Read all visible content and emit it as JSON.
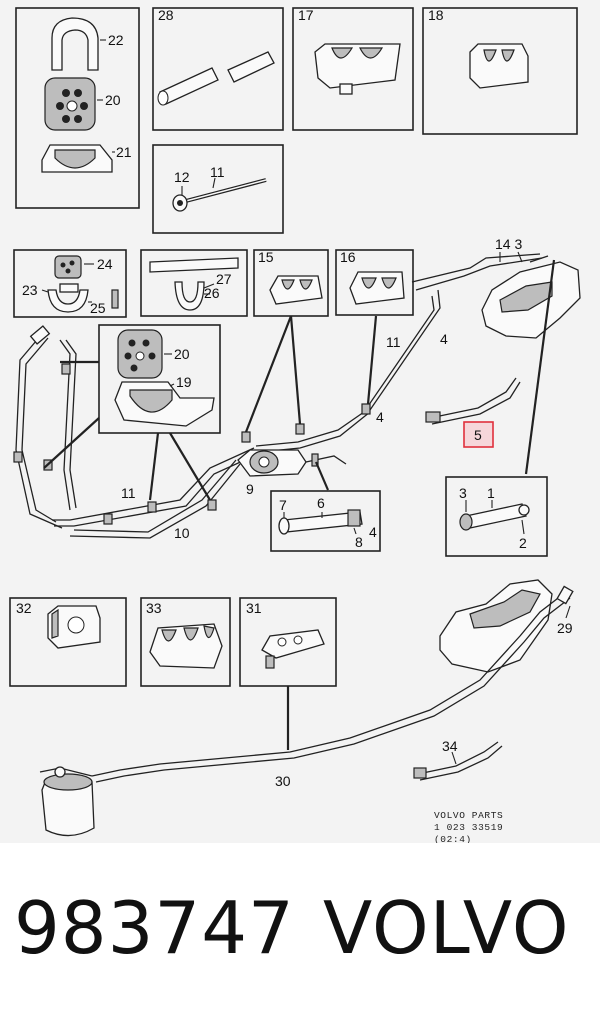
{
  "diagram": {
    "callouts": {
      "c22": "22",
      "c20a": "20",
      "c21": "21",
      "c28": "28",
      "c17": "17",
      "c18": "18",
      "c12": "12",
      "c11a": "11",
      "c24": "24",
      "c23": "23",
      "c25": "25",
      "c27": "27",
      "c26": "26",
      "c15": "15",
      "c16": "16",
      "c14_3": "14 3",
      "c20b": "20",
      "c19": "19",
      "c11b": "11",
      "c4a": "4",
      "c4b": "4",
      "c5": "5",
      "c9": "9",
      "c11c": "11",
      "c10": "10",
      "c7": "7",
      "c6": "6",
      "c8": "8",
      "c4c": "4",
      "c3": "3",
      "c1": "1",
      "c2": "2",
      "c32": "32",
      "c33": "33",
      "c31": "31",
      "c29": "29",
      "c30": "30",
      "c34": "34"
    },
    "highlight_color": "#e0303c",
    "stamp": {
      "line1": "VOLVO PARTS",
      "line2": "1 023 33519",
      "line3": "(02:4)"
    }
  },
  "footer": {
    "part_number": "983747",
    "brand": "VOLVO"
  }
}
